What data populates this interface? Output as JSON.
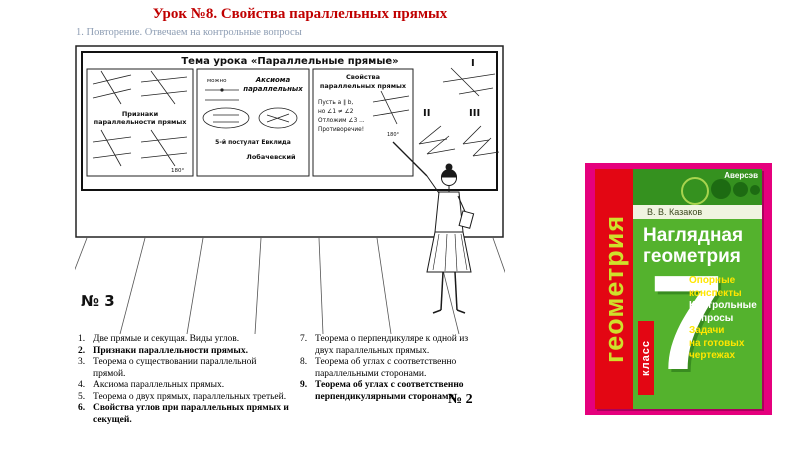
{
  "page": {
    "title": "Урок №8. Свойства параллельных прямых",
    "subtitle": "1. Повторение. Отвечаем на контрольные вопросы",
    "accent_color": "#c00000"
  },
  "scene": {
    "board_title": "Тема урока «Параллельные прямые»",
    "panel1": {
      "title1": "Признаки",
      "title2": "параллельности прямых",
      "angle180": "180°"
    },
    "panel2": {
      "note": "можно",
      "axiom1": "Аксиома",
      "axiom2": "параллельных",
      "postulate": "5-й постулат Евклида",
      "scientist": "Лобачевский"
    },
    "panel3": {
      "title1": "Свойства",
      "title2": "параллельных прямых",
      "line1": "Пусть a ∥ b,",
      "line2": "но ∠1 ≠ ∠2",
      "line3": "Отложим ∠3 ...",
      "line4": "Противоречие!",
      "angle180": "180°"
    },
    "roman1": "I",
    "roman2": "II",
    "roman3": "III",
    "figure_number": "№ 3",
    "figure_number_2": "№ 2"
  },
  "questions": {
    "left": [
      {
        "num": "1.",
        "text": "Две прямые и секущая. Виды углов."
      },
      {
        "num": "2.",
        "text": "Признаки параллельности прямых."
      },
      {
        "num": "3.",
        "text": "Теорема о существовании параллельной прямой."
      },
      {
        "num": "4.",
        "text": "Аксиома параллельных прямых."
      },
      {
        "num": "5.",
        "text": "Теорема о двух прямых, параллельных третьей."
      },
      {
        "num": "6.",
        "text": "Свойства углов при параллельных прямых и секущей."
      }
    ],
    "right": [
      {
        "num": "7.",
        "text": "Теорема о перпендикуляре к одной из двух параллельных прямых."
      },
      {
        "num": "8.",
        "text": "Теорема об углах с соответственно параллельными сторонами."
      },
      {
        "num": "9.",
        "text": "Теорема об углах с соответственно перпендикулярными сторонами."
      }
    ]
  },
  "book": {
    "publisher": "Аверсэв",
    "spine_text": "геометрия",
    "author": "В. В. Казаков",
    "title1": "Наглядная",
    "title2": "геометрия",
    "features": [
      "Опорные конспекты",
      "Контрольные вопросы",
      "Задачи",
      "на готовых",
      "чертежах"
    ],
    "grade_number": "7",
    "grade_label": "класс",
    "colors": {
      "backdrop_magenta": "#e5007d",
      "cover_green": "#54b22d",
      "spine_red": "#e30613",
      "feature_yellow": "#ffe600",
      "dark_green": "#1d6b12"
    }
  }
}
